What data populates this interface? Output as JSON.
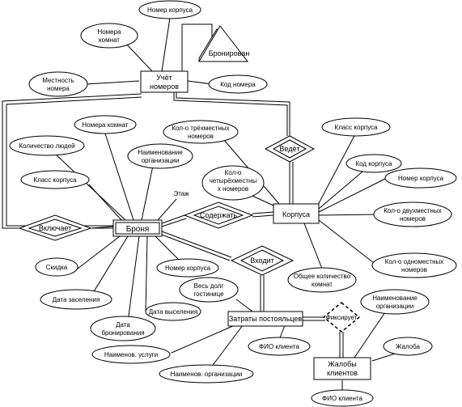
{
  "entities": {
    "uchet": [
      "Учёт",
      "номеров"
    ],
    "bron": [
      "Броня"
    ],
    "korpusa": [
      "Корпуса"
    ],
    "zatraty": [
      "Затраты постояльцев"
    ],
    "zhaloby": [
      "Жалобы",
      "клиентов"
    ]
  },
  "relations": {
    "vedet": "Ведёт",
    "vkluchaet": "Включает",
    "soderzhat": "Содержать",
    "vhodit": "Входит",
    "fiksiruet": "Фиксирует"
  },
  "triangle_label": "Бронирован",
  "attributes": {
    "uchet_nomer_korpusa": [
      "Номер корпуса"
    ],
    "uchet_nomera_komnat": [
      "Номера",
      "комнат"
    ],
    "uchet_mestnost": [
      "Местность",
      "номера"
    ],
    "uchet_kod_nomera": [
      "Код номера"
    ],
    "bron_nomera_komnat": [
      "Номера комнат"
    ],
    "bron_kol_ludey": [
      "Количество людей"
    ],
    "bron_naim_org": [
      "Наименование",
      "организации"
    ],
    "bron_klass_korpusa": [
      "Класс корпуса"
    ],
    "bron_skidka": [
      "Скидка"
    ],
    "bron_data_zaseleniya": [
      "Дата заселения"
    ],
    "bron_data_bron": [
      "Дата",
      "бронирования"
    ],
    "bron_data_vyseleniya": [
      "Дата выселения"
    ],
    "bron_nomer_korpusa": [
      "Номер корпуса"
    ],
    "korp_kol_tryoh": [
      "Кол-о трёхместных",
      "номеров"
    ],
    "korp_kol_chetyr": [
      "Кол-о",
      "четырёхместны",
      "х номеров"
    ],
    "korp_klass": [
      "Класс корпуса"
    ],
    "korp_kod": [
      "Код корпуса"
    ],
    "korp_nomer": [
      "Номер корпуса"
    ],
    "korp_kol_dvuh": [
      "Кол-о двухместных",
      "номеров"
    ],
    "korp_kol_odno": [
      "Кол-о одноместных",
      "номеров"
    ],
    "korp_obschee": [
      "Общее количество",
      "комнат"
    ],
    "zat_ves_dolg": [
      "Весь долг",
      "гостинице"
    ],
    "zat_fio": [
      "ФИО клиента"
    ],
    "zat_naim_uslugi": [
      "Наименов. услуги"
    ],
    "zat_naim_org": [
      "Наименов. организации"
    ],
    "zh_naim_org": [
      "Наименование",
      "организации"
    ],
    "zh_zhaloba": [
      "Жалоба"
    ],
    "zh_fio": [
      "ФИО клиента"
    ]
  },
  "floor_label": "Этаж"
}
